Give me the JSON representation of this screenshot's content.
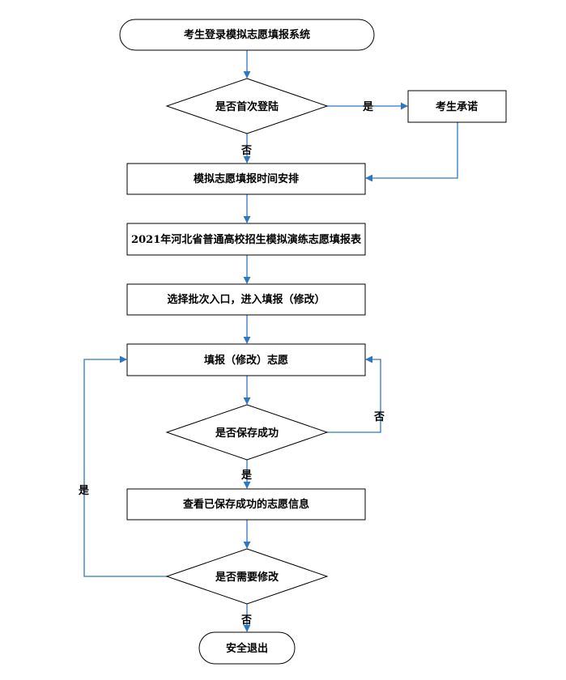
{
  "nodes": {
    "start": "考生登录模拟志愿填报系统",
    "first_login": "是否首次登陆",
    "pledge": "考生承诺",
    "schedule": "模拟志愿填报时间安排",
    "form": "2021年河北省普通高校招生模拟演练志愿填报表",
    "select_batch": "选择批次入口，进入填报（修改）",
    "fill": "填报（修改）志愿",
    "saved_ok": "是否保存成功",
    "view_saved": "查看已保存成功的志愿信息",
    "need_modify": "是否需要修改",
    "exit": "安全退出"
  },
  "edges": {
    "first_login_yes": "是",
    "first_login_no": "否",
    "saved_no": "否",
    "saved_yes": "是",
    "modify_yes": "是",
    "modify_no": "否"
  },
  "colors": {
    "connector": "#2f77c2",
    "shape_border": "#000000"
  }
}
